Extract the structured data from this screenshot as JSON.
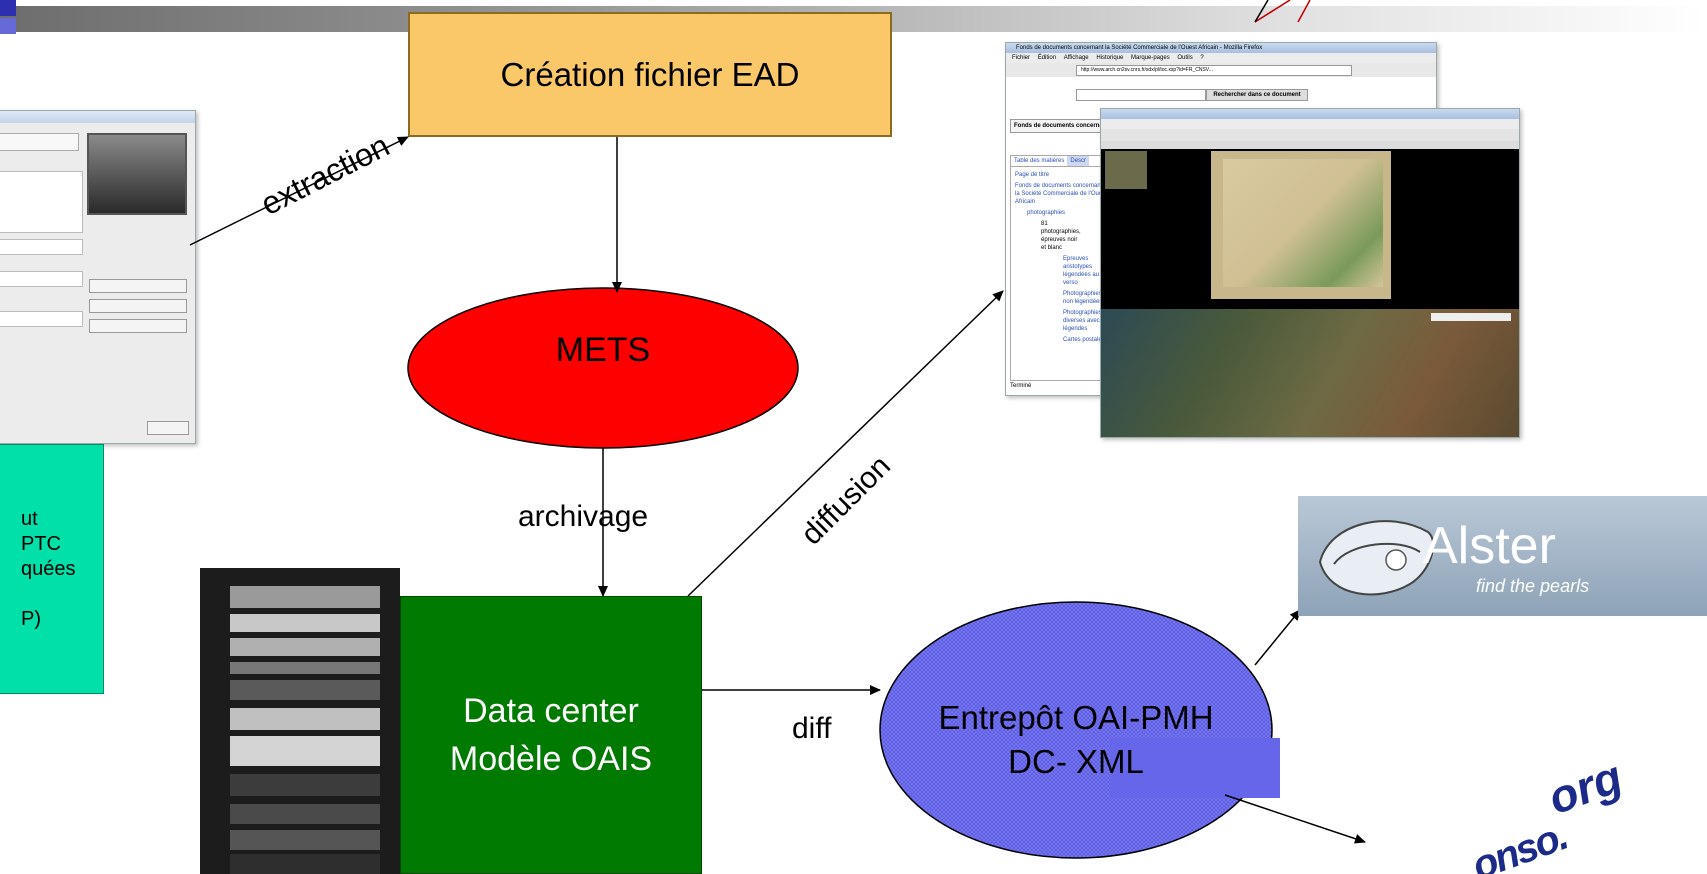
{
  "nodes": {
    "ead": {
      "label": "Création fichier EAD"
    },
    "mets": {
      "label": "METS"
    },
    "datacenter": {
      "line1": "Data center",
      "line2": "Modèle OAIS"
    },
    "entrepot": {
      "line1": "Entrepôt OAI-PMH",
      "line2": "DC- XML"
    },
    "green_note": {
      "lines": [
        "ut",
        "PTC",
        "quées",
        "",
        "P)"
      ]
    }
  },
  "edges": {
    "extraction": "extraction",
    "archivage": "archivage",
    "diffusion": "diffusion",
    "diff": "diff"
  },
  "logos": {
    "oaister_name": "Alster",
    "oaister_tagline": "find the pearls",
    "org": "org"
  },
  "firefox_window": {
    "title": "Fonds de documents concernant la Société Commerciale de l'Ouest Africain - Mozilla Firefox",
    "menu": [
      "Fichier",
      "Édition",
      "Affichage",
      "Historique",
      "Marque-pages",
      "Outils",
      "?"
    ],
    "url": "http://www.arch.cn2sv.cnrs.fr/sdx/pl/toc.xsp?id=FR_CNSV...",
    "search_button": "Rechercher dans ce document",
    "crumb": "Fonds de documents concernan",
    "toc_tab": "Table des matières",
    "toc_tab2": "Descr",
    "toc_items": [
      "Page de titre",
      "Fonds de documents concernant la Société Commerciale de l'Ouest Africain",
      "photographies",
      "81 photographies, épreuves noir et blanc",
      "Epreuves aristotypes légendées au verso",
      "Photographies non légendées",
      "Photographies diverses avec légendes",
      "Cartes postales"
    ],
    "status": "Terminé"
  },
  "colors": {
    "ead_fill": "#fbc869",
    "mets_fill": "#ff0000",
    "datacenter_fill": "#007a00",
    "entrepot_fill": "#5a5ae6",
    "green_note_fill": "#00e0a8"
  }
}
